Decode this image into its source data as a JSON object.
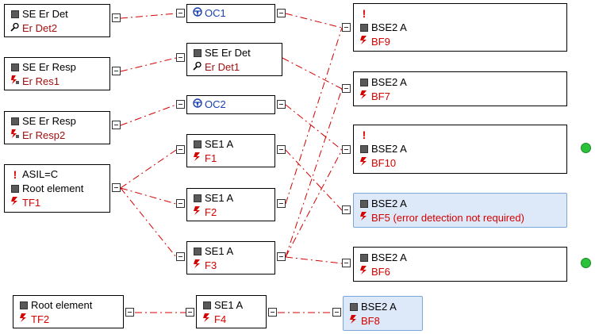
{
  "nodes": {
    "se_er_det": {
      "l1": "SE Er Det",
      "l2": "Er Det2"
    },
    "se_er_resp1": {
      "l1": "SE Er Resp",
      "l2": "Er Res1"
    },
    "se_er_resp2": {
      "l1": "SE Er Resp",
      "l2": "Er Resp2"
    },
    "root1": {
      "l1": "ASIL=C",
      "l2": "Root element",
      "l3": "TF1"
    },
    "root2": {
      "l1": "Root element",
      "l2": "TF2"
    },
    "oc1": {
      "l1": "OC1"
    },
    "se_er_det1": {
      "l1": "SE Er Det",
      "l2": "Er Det1"
    },
    "oc2": {
      "l1": "OC2"
    },
    "se1a_f1": {
      "l1": "SE1 A",
      "l2": "F1"
    },
    "se1a_f2": {
      "l1": "SE1 A",
      "l2": "F2"
    },
    "se1a_f3": {
      "l1": "SE1 A",
      "l2": "F3"
    },
    "se1a_f4": {
      "l1": "SE1 A",
      "l2": "F4"
    },
    "bse_bf9": {
      "l1": "BSE2 A",
      "l2": "BF9"
    },
    "bse_bf7": {
      "l1": "BSE2 A",
      "l2": "BF7"
    },
    "bse_bf10": {
      "l1": "BSE2 A",
      "l2": "BF10"
    },
    "bse_bf5": {
      "l1": "BSE2 A",
      "l2": "BF5 (error detection not required)"
    },
    "bse_bf6": {
      "l1": "BSE2 A",
      "l2": "BF6"
    },
    "bse_bf8": {
      "l1": "BSE2 A",
      "l2": "BF8"
    }
  },
  "icons": {
    "exclamation": "!",
    "fault": "⚡",
    "detect": "🔎",
    "response": "🔥",
    "oc": "☸"
  },
  "colors": {
    "link": "#d40000",
    "fault_text": "#d40000",
    "error_text": "#a01010",
    "oc_text": "#1a3fb0",
    "selected_bg": "#dde9f8",
    "status_dot": "#2bc23a"
  }
}
